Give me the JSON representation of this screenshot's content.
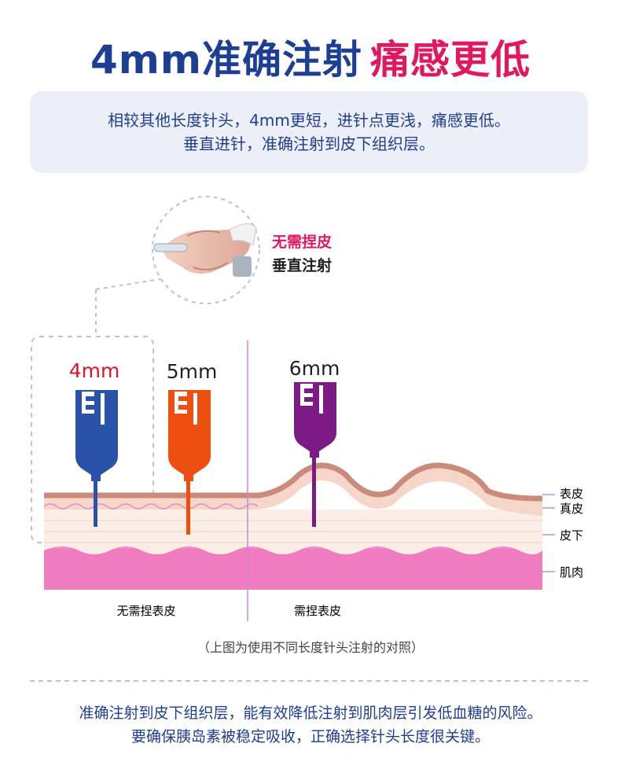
{
  "title": {
    "part1": "4mm准确注射",
    "part2": "痛感更低"
  },
  "intro": {
    "line1": "相较其他长度针头，4mm更短，进针点更浅，痛感更低。",
    "line2": "垂直进针，准确注射到皮下组织层。"
  },
  "hand_note": {
    "line1": "无需捏皮",
    "line2": "垂直注射"
  },
  "needles": [
    {
      "label": "4mm",
      "color": "#2a52a8",
      "label_color": "#e0142a"
    },
    {
      "label": "5mm",
      "color": "#ec4f10",
      "label_color": "#222222"
    },
    {
      "label": "6mm",
      "color": "#7c1a86",
      "label_color": "#222222"
    }
  ],
  "layers": {
    "epidermis": "表皮",
    "dermis": "真皮",
    "subcutaneous": "皮下",
    "muscle": "肌肉"
  },
  "bottom_labels": {
    "left": "无需捏表皮",
    "right": "需捏表皮"
  },
  "caption": "（上图为使用不同长度针头注射的对照）",
  "footer": {
    "line1": "准确注射到皮下组织层，能有效降低注射到肌肉层引发低血糖的风险。",
    "line2": "要确保胰岛素被稳定吸收，正确选择针头长度很关键。"
  },
  "colors": {
    "navy": "#1c3f94",
    "pink": "#e0195e",
    "skin_top": "#c98b7b",
    "dermis": "#f6d6c8",
    "subcutaneous": "#fbeee4",
    "muscle": "#f07cc0",
    "divider": "#c68ad6"
  }
}
